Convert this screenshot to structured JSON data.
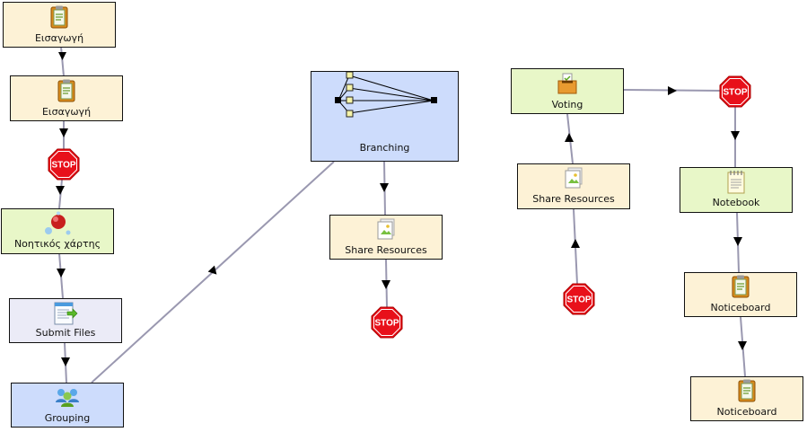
{
  "colors": {
    "cream": "#fdf2d6",
    "green": "#e8f7c8",
    "blue": "#cddcfc",
    "lavender": "#ebebf7",
    "edge": "#9a98b0",
    "stop": "#e8101a"
  },
  "nodes": [
    {
      "id": "n1",
      "label": "Εισαγωγή",
      "icon": "clipboard-icon",
      "color": "cream"
    },
    {
      "id": "n2",
      "label": "Εισαγωγή",
      "icon": "clipboard-icon",
      "color": "cream"
    },
    {
      "id": "n3",
      "label": "Νοητικός χάρτης",
      "icon": "mindmap-icon",
      "color": "green"
    },
    {
      "id": "n4",
      "label": "Submit Files",
      "icon": "submit-files-icon",
      "color": "lavender"
    },
    {
      "id": "n5",
      "label": "Grouping",
      "icon": "grouping-icon",
      "color": "blue"
    },
    {
      "id": "n6",
      "label": "Branching",
      "icon": "branching-icon",
      "color": "blue"
    },
    {
      "id": "n7",
      "label": "Share Resources",
      "icon": "share-resources-icon",
      "color": "cream"
    },
    {
      "id": "n8",
      "label": "Voting",
      "icon": "voting-icon",
      "color": "green"
    },
    {
      "id": "n9",
      "label": "Share Resources",
      "icon": "share-resources-icon",
      "color": "cream"
    },
    {
      "id": "n10",
      "label": "Notebook",
      "icon": "notebook-icon",
      "color": "green"
    },
    {
      "id": "n11",
      "label": "Noticeboard",
      "icon": "clipboard-icon",
      "color": "cream"
    },
    {
      "id": "n12",
      "label": "Noticeboard",
      "icon": "clipboard-icon",
      "color": "cream"
    }
  ],
  "stop_label": "STOP",
  "stops": [
    "s1",
    "s2",
    "s3",
    "s4"
  ]
}
